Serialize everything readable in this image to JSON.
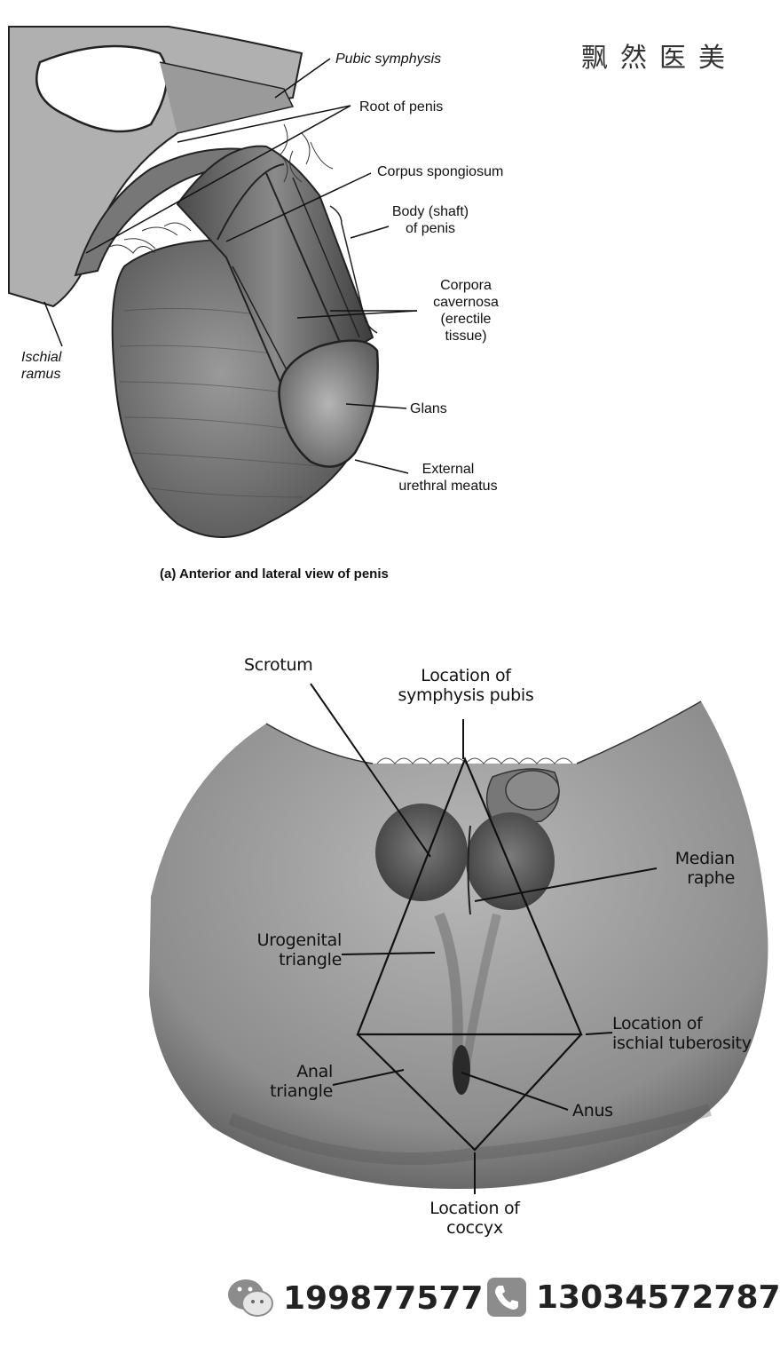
{
  "watermark": {
    "text": "飘然医美"
  },
  "figure_a": {
    "caption": "(a) Anterior and lateral view of penis",
    "labels": {
      "pubic_symphysis": "Pubic symphysis",
      "root_of_penis": "Root of  penis",
      "corpus_spongiosum": "Corpus spongiosum",
      "body_shaft_1": "Body (shaft)",
      "body_shaft_2": "of penis",
      "corpora_1": "Corpora",
      "corpora_2": "cavernosa",
      "corpora_3": "(erectile",
      "corpora_4": "tissue)",
      "glans": "Glans",
      "meatus_1": "External",
      "meatus_2": "urethral meatus",
      "ischial_1": "Ischial",
      "ischial_2": "ramus"
    }
  },
  "figure_b": {
    "labels": {
      "scrotum": "Scrotum",
      "symphysis_1": "Location of",
      "symphysis_2": "symphysis pubis",
      "median_1": "Median",
      "median_2": "raphe",
      "urogenital_1": "Urogenital",
      "urogenital_2": "triangle",
      "ischial_tub_1": "Location of",
      "ischial_tub_2": "ischial tuberosity",
      "anal_1": "Anal",
      "anal_2": "triangle",
      "anus": "Anus",
      "coccyx_1": "Location of",
      "coccyx_2": "coccyx"
    }
  },
  "contacts": {
    "wechat_icon": "wechat-icon",
    "wechat": "199877577",
    "phone_icon": "phone-icon",
    "phone": "13034572787"
  }
}
